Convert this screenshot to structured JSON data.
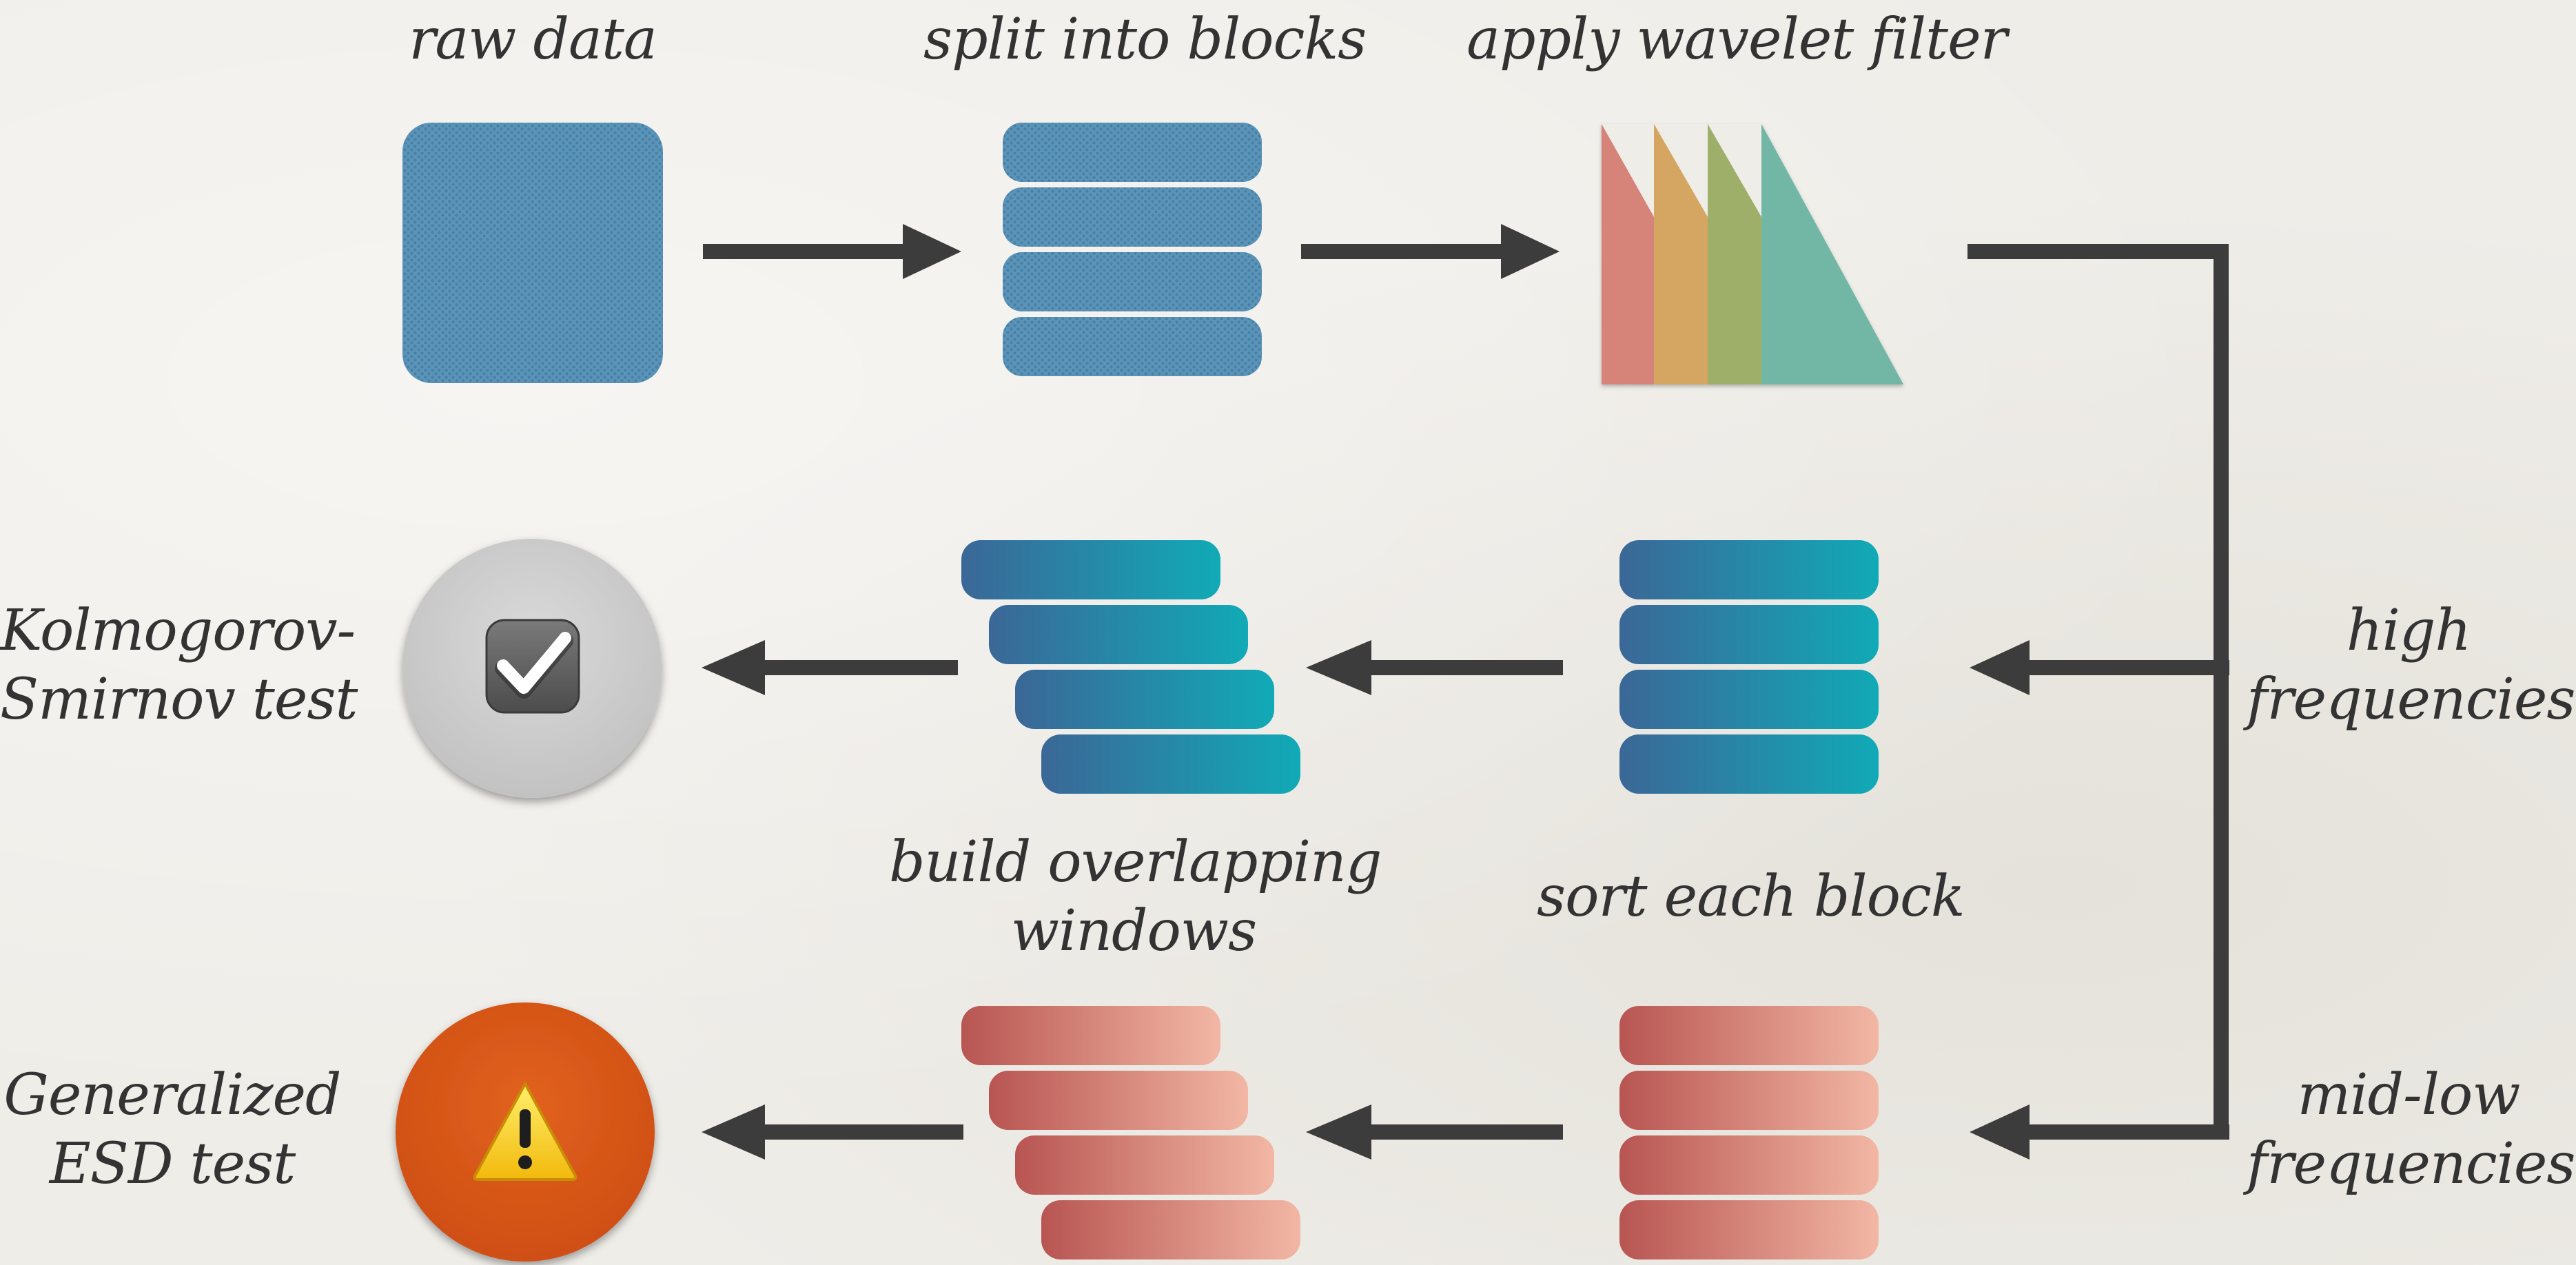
{
  "labels": {
    "raw_data": "raw data",
    "split_into_blocks": "split into blocks",
    "apply_wavelet_filter": "apply wavelet filter",
    "ks_test_line1": "Kolmogorov-",
    "ks_test_line2": "Smirnov test",
    "high_freq_line1": "high",
    "high_freq_line2": "frequencies",
    "build_windows_line1": "build overlapping",
    "build_windows_line2": "windows",
    "sort_each_block": "sort each block",
    "esd_test_line1": "Generalized",
    "esd_test_line2": "ESD test",
    "midlow_freq_line1": "mid-low",
    "midlow_freq_line2": "frequencies"
  },
  "colors": {
    "raw_blue": "#5a93b8",
    "blue_gradient_start": "#3b6797",
    "blue_gradient_end": "#11aab7",
    "red_gradient_start": "#b85552",
    "red_gradient_end": "#f2b7a4",
    "filter_1": "#d6847a",
    "filter_2": "#d4a661",
    "filter_3": "#9eaf6a",
    "filter_4": "#72b7a6",
    "ok_circle": "#cccccc",
    "warning_circle": "#d75518",
    "arrow": "#3c3c3c"
  },
  "icons": {
    "checkmark": "checkbox-checked-icon",
    "warning": "warning-triangle-icon"
  }
}
